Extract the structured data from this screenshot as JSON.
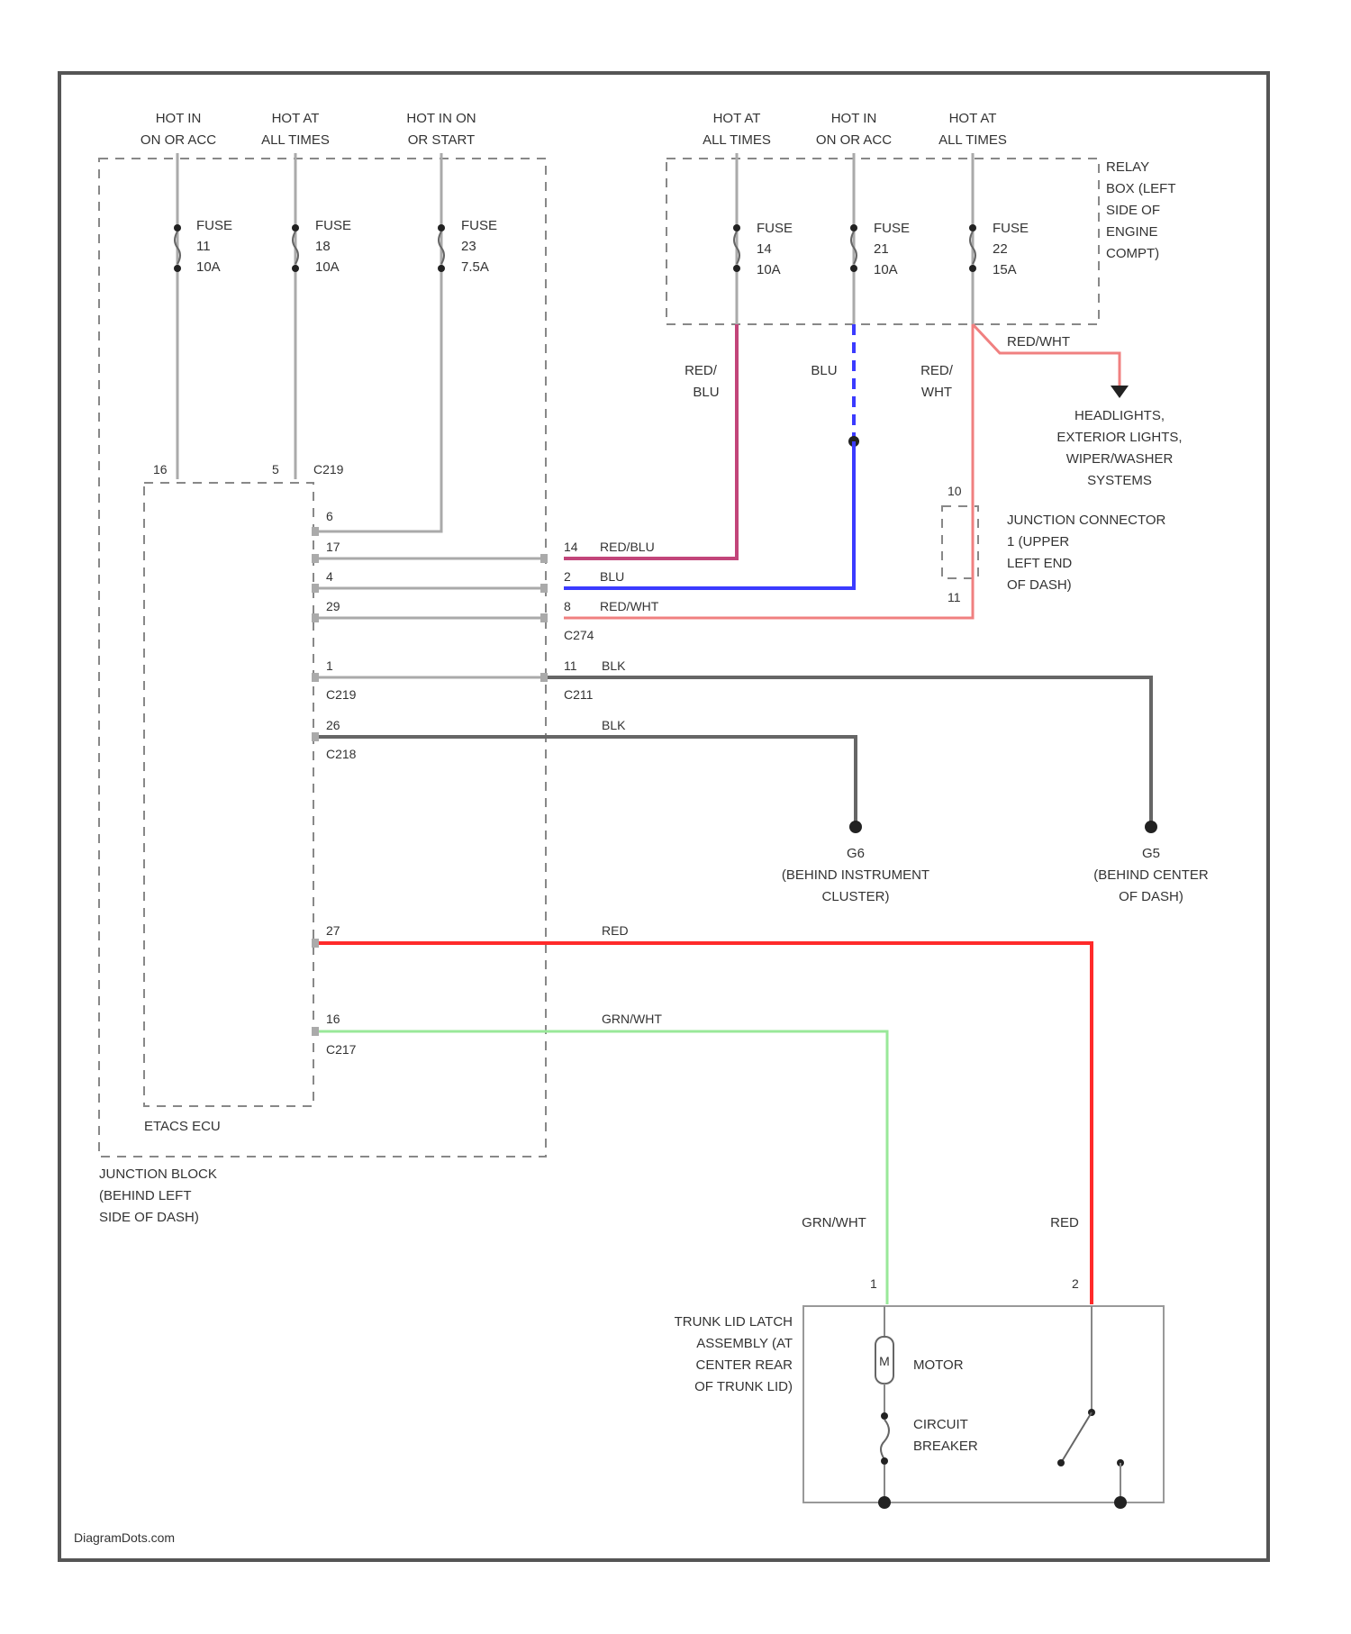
{
  "colors": {
    "red_blu": "#c2457a",
    "blu": "#3b3bff",
    "red_wht": "#f08080",
    "blk": "#666666",
    "red": "#ff2a2a",
    "grn_wht": "#99e899",
    "plain": "#aaaaaa"
  },
  "supply_left": [
    {
      "line1": "HOT IN",
      "line2": "ON OR ACC",
      "fuse": "FUSE",
      "num": "11",
      "amp": "10A"
    },
    {
      "line1": "HOT AT",
      "line2": "ALL TIMES",
      "fuse": "FUSE",
      "num": "18",
      "amp": "10A"
    },
    {
      "line1": "HOT IN ON",
      "line2": "OR START",
      "fuse": "FUSE",
      "num": "23",
      "amp": "7.5A"
    }
  ],
  "supply_right": [
    {
      "line1": "HOT AT",
      "line2": "ALL TIMES",
      "fuse": "FUSE",
      "num": "14",
      "amp": "10A"
    },
    {
      "line1": "HOT IN",
      "line2": "ON OR ACC",
      "fuse": "FUSE",
      "num": "21",
      "amp": "10A"
    },
    {
      "line1": "HOT AT",
      "line2": "ALL TIMES",
      "fuse": "FUSE",
      "num": "22",
      "amp": "15A"
    }
  ],
  "relay_box": [
    "RELAY",
    "BOX (LEFT",
    "SIDE OF",
    "ENGINE",
    "COMPT)"
  ],
  "headlights": [
    "HEADLIGHTS,",
    "EXTERIOR LIGHTS,",
    "WIPER/WASHER",
    "SYSTEMS"
  ],
  "junction_connector": [
    "JUNCTION CONNECTOR",
    "1 (UPPER",
    "LEFT END",
    "OF DASH)"
  ],
  "jc_pins": {
    "top": "10",
    "bottom": "11"
  },
  "wire_labels": {
    "red_blu_v": [
      "RED/",
      "BLU"
    ],
    "blu_v": "BLU",
    "red_wht_v": [
      "RED/",
      "WHT"
    ],
    "red_wht_top": "RED/WHT",
    "red_blu_h": "RED/BLU",
    "blu_h": "BLU",
    "red_wht_h": "RED/WHT",
    "blk1": "BLK",
    "blk2": "BLK",
    "red_h": "RED",
    "grn_h": "GRN/WHT",
    "grn_v": "GRN/WHT",
    "red_v": "RED"
  },
  "pins_ecu": {
    "top_left": "16",
    "top_mid": "5",
    "c_top": "C219",
    "p6": "6",
    "p17": "17",
    "p4": "4",
    "p29": "29",
    "p1": "1",
    "c219": "C219",
    "p26": "26",
    "c218": "C218",
    "p27": "27",
    "p16": "16",
    "c217": "C217"
  },
  "pins_jb": {
    "p14": "14",
    "p2": "2",
    "p8": "8",
    "c274": "C274",
    "p11": "11",
    "c211": "C211"
  },
  "grounds": [
    {
      "id": "G6",
      "line1": "(BEHIND INSTRUMENT",
      "line2": "CLUSTER)"
    },
    {
      "id": "G5",
      "line1": "(BEHIND CENTER",
      "line2": "OF DASH)"
    }
  ],
  "ecu_label": "ETACS ECU",
  "junction_block": [
    "JUNCTION BLOCK",
    "(BEHIND LEFT",
    "SIDE OF DASH)"
  ],
  "trunk": [
    "TRUNK LID LATCH",
    "ASSEMBLY (AT",
    "CENTER REAR",
    "OF TRUNK LID)"
  ],
  "trunk_pins": {
    "p1": "1",
    "p2": "2"
  },
  "motor_symbol": "M",
  "motor": "MOTOR",
  "breaker": [
    "CIRCUIT",
    "BREAKER"
  ],
  "watermark": "DiagramDots.com"
}
